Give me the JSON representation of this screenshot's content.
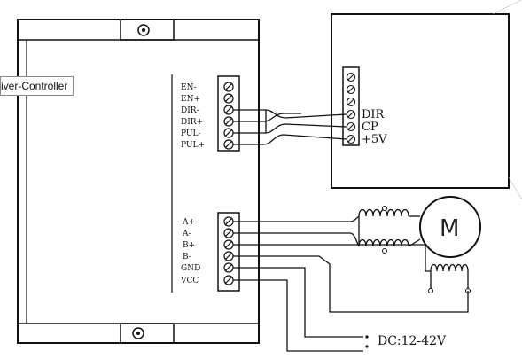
{
  "tag_label": "iver-Controller",
  "driver": {
    "control_pins": [
      "EN-",
      "EN+",
      "DIR-",
      "DIR+",
      "PUL-",
      "PUL+"
    ],
    "power_pins": [
      "A+",
      "A-",
      "B+",
      "B-",
      "GND",
      "VCC"
    ]
  },
  "controller": {
    "pins": [
      "DIR",
      "CP",
      "+5V"
    ]
  },
  "motor": {
    "label": "M"
  },
  "power": {
    "label": "DC:12-42V"
  }
}
